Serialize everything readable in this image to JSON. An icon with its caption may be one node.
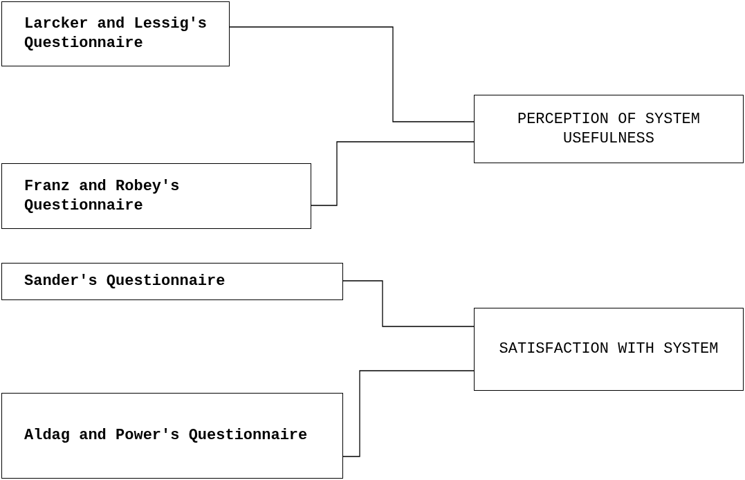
{
  "diagram": {
    "nodes": [
      {
        "text": [
          "Larcker and Lessig's Questionnaire"
        ]
      },
      {
        "text": [
          "Franz and Robey's Questionnaire"
        ]
      },
      {
        "text": [
          "PERCEPTION OF SYSTEM USEFULNESS"
        ]
      },
      {
        "text": [
          "Sander's Questionnaire"
        ]
      },
      {
        "text": [
          "SATISFACTION WITH SYSTEM"
        ]
      },
      {
        "text": [
          "Aldag and Power's Questionnaire"
        ]
      }
    ],
    "edges": [
      {
        "from": 0,
        "to": 2,
        "arrow": "none"
      },
      {
        "from": 1,
        "to": 2,
        "arrow": "none"
      },
      {
        "from": 3,
        "to": 4,
        "arrow": "none"
      },
      {
        "from": 5,
        "to": 4,
        "arrow": "none"
      }
    ]
  }
}
